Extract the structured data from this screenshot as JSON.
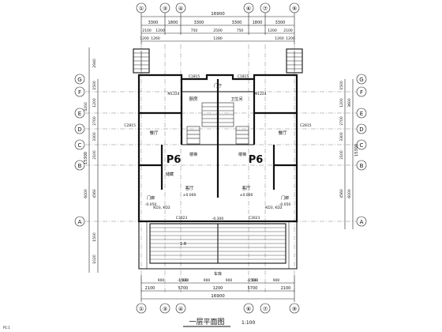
{
  "drawing": {
    "title": "一层平面图",
    "scale": "1:100",
    "total_width_top": "16900",
    "total_width_bottom": "16900",
    "total_depth_left": "15300",
    "total_depth_right": "15300",
    "sheet_mark": "P1:1"
  },
  "axes": {
    "columns_top": [
      "①",
      "③",
      "④",
      "⑥",
      "⑦",
      "⑨"
    ],
    "columns_bottom": [
      "①",
      "③",
      "④",
      "⑥",
      "⑦",
      "⑨"
    ],
    "rows": [
      "F",
      "E",
      "D",
      "C",
      "B",
      "A"
    ],
    "rows_extra": "G"
  },
  "dims_top_row1": [
    "3300",
    "1800",
    "3300",
    "3300",
    "1800",
    "3300"
  ],
  "dims_top_row2": [
    "2100",
    "1200",
    "750",
    "2500",
    "750",
    "1200",
    "2100"
  ],
  "dims_top_row3": [
    "1200",
    "1260",
    "1280",
    "1260",
    "1200"
  ],
  "dims_bottom_row1": [
    "900",
    "1500",
    "900",
    "900",
    "1500",
    "900"
  ],
  "dims_bottom_row2": [
    "2100",
    "5700",
    "1200",
    "5700",
    "2100"
  ],
  "dims_left": [
    "2940",
    "1500",
    "1200",
    "2700",
    "3300",
    "2100",
    "4560",
    "1500",
    "1020"
  ],
  "dims_left_total": [
    "4200",
    "6000"
  ],
  "dims_right": [
    "1500",
    "1200",
    "2700",
    "3300",
    "2100",
    "4560"
  ],
  "dims_right_total": [
    "3600",
    "6000"
  ],
  "units": {
    "left_unit": "P6",
    "right_unit": "P6"
  },
  "rooms": {
    "kitchen": "厨房",
    "dining_left": "餐厅",
    "dining_right": "餐厅",
    "living_left": "客厅",
    "living_right": "客厅",
    "stair_left": "楼梯",
    "stair_right": "楼梯",
    "lobby": "门厅",
    "garage": "车库",
    "toilet": "卫生间",
    "stor": "储藏",
    "entry_left": "门廊",
    "entry_right": "门廊",
    "car_label": "1:8"
  },
  "levels": {
    "l1": "±0.000",
    "l2": "-0.050",
    "l3": "-0.300",
    "l4": "-1.600",
    "l5": "-0.050"
  },
  "windows": {
    "w1": "C1815",
    "w2": "C1815",
    "w3": "C2815",
    "w4": "C2815",
    "w5": "C3023",
    "w6": "C3023",
    "d1": "M1224",
    "d2": "M1224",
    "d3": "KD3, KD2",
    "d4": "KD3, KD2"
  }
}
